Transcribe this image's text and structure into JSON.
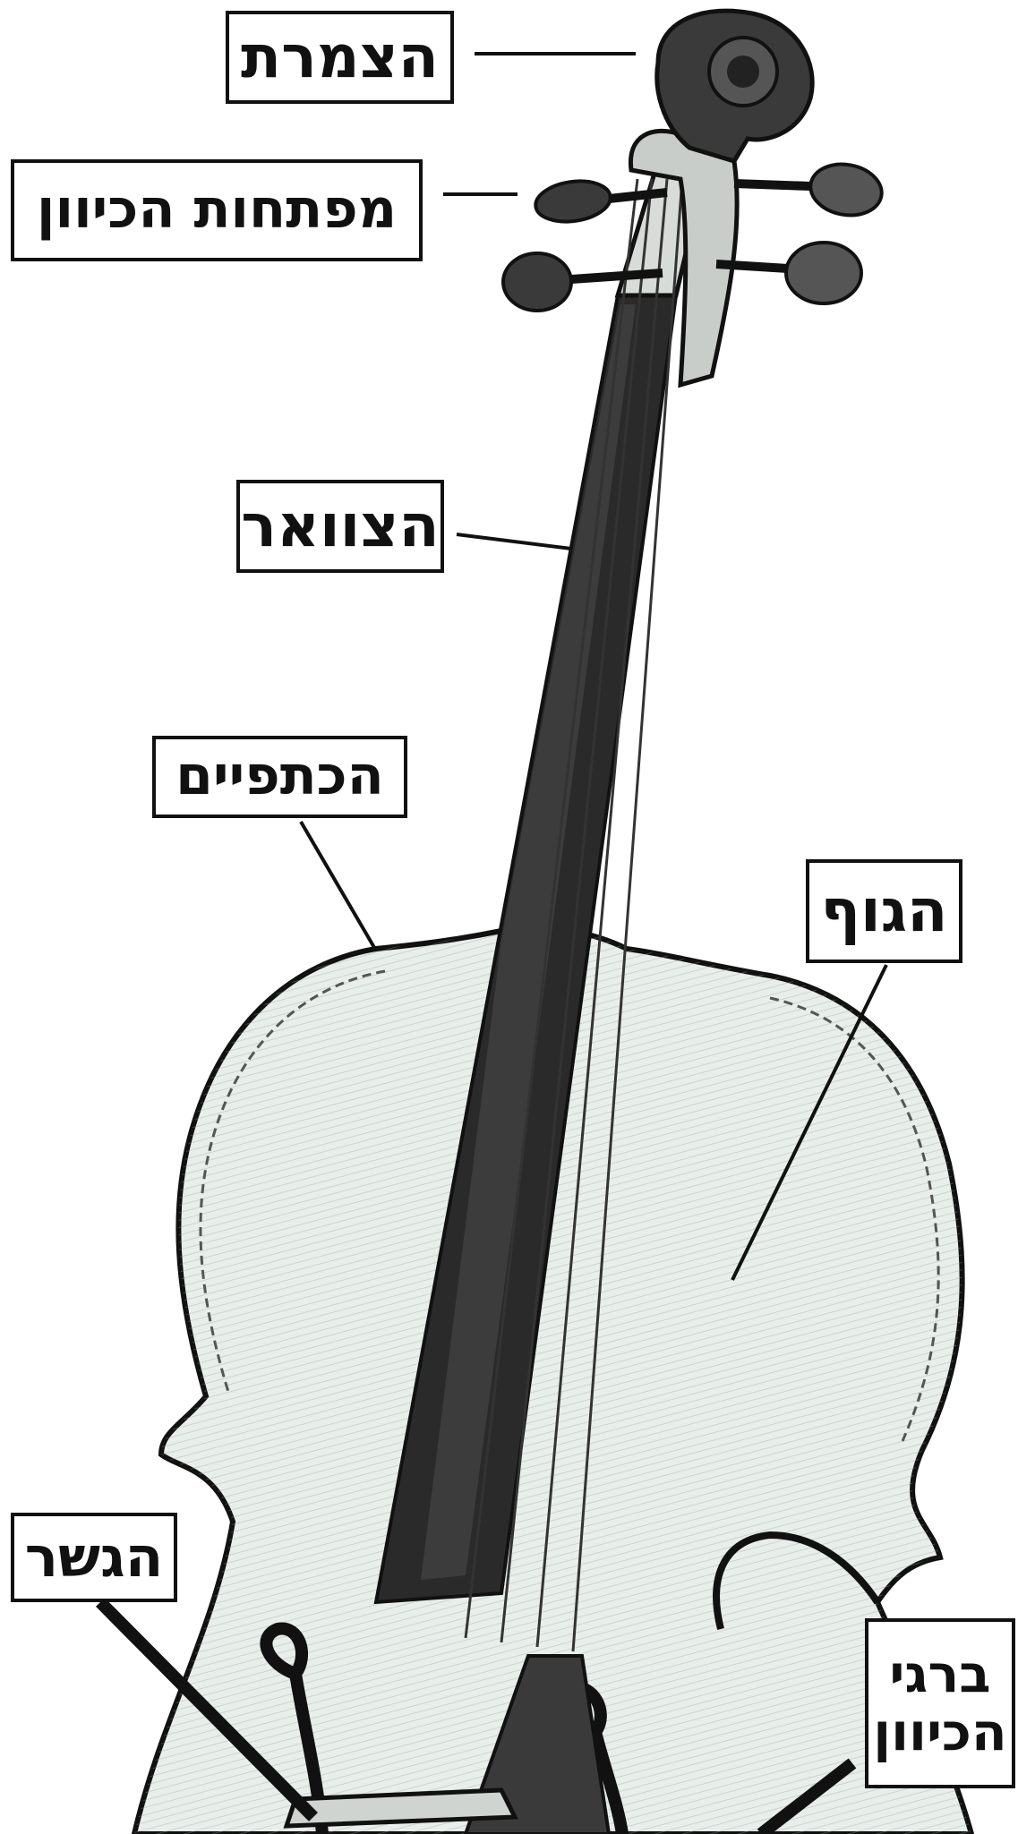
{
  "diagram": {
    "labels": {
      "crown": "הצמרת",
      "tuning_pegs": "מפתחות הכיוון",
      "neck": "הצוואר",
      "shoulders": "הכתפיים",
      "body": "הגוף",
      "bridge": "הגשר",
      "tuning_feet": "ברגי הכיוון"
    },
    "colors": {
      "ink": "#111111",
      "wood_fill": "#e8eeea",
      "dark_ink": "#2a2a2a",
      "background": "#ffffff"
    }
  }
}
